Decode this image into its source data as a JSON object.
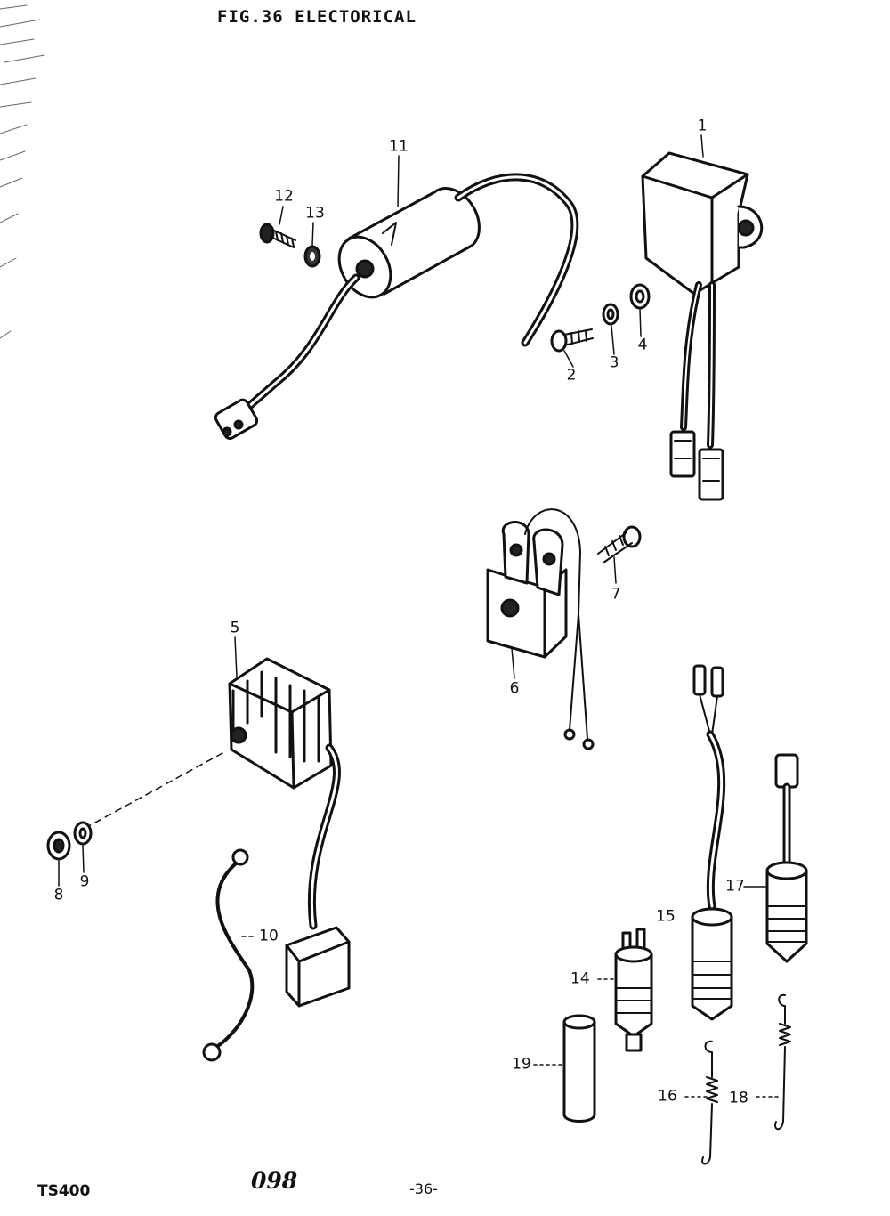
{
  "header": {
    "figure_title": "FIG.36  ELECTORICAL"
  },
  "footer": {
    "model": "TS400",
    "stamp": "098",
    "page_number": "-36-"
  },
  "callouts": [
    "1",
    "2",
    "3",
    "4",
    "5",
    "6",
    "7",
    "8",
    "9",
    "10",
    "11",
    "12",
    "13",
    "14",
    "15",
    "16",
    "17",
    "18",
    "19"
  ],
  "colors": {
    "ink": "#111111",
    "paper": "#ffffff"
  }
}
